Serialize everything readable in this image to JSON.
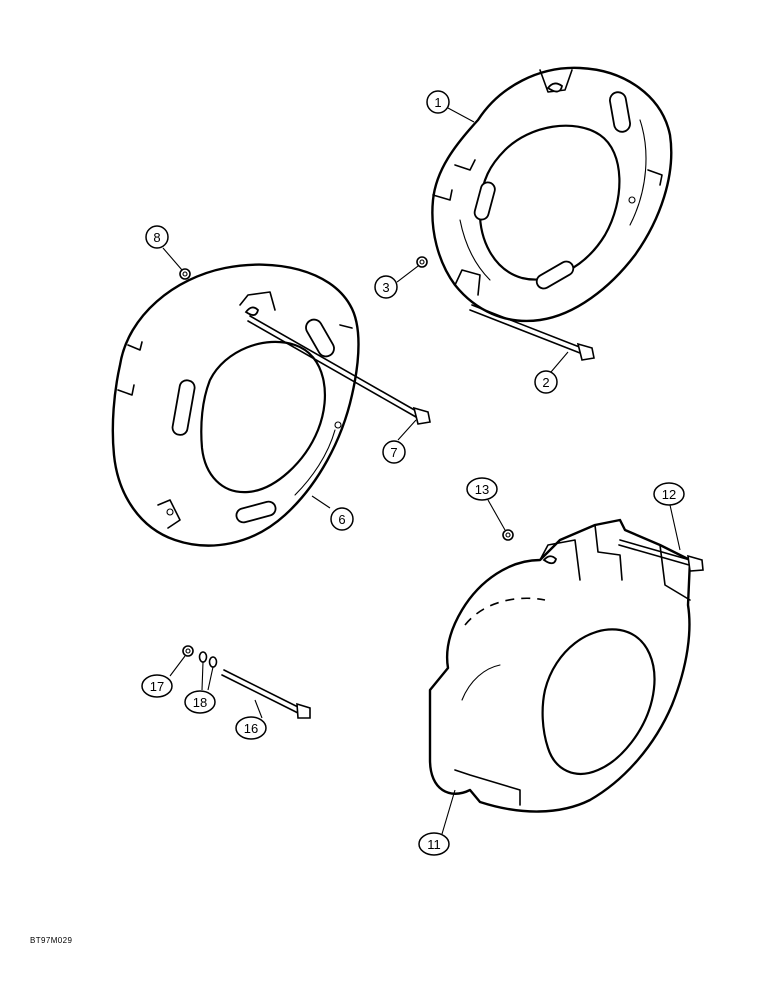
{
  "diagram": {
    "callouts": [
      {
        "id": "callout-1",
        "label": "1"
      },
      {
        "id": "callout-2",
        "label": "2"
      },
      {
        "id": "callout-3",
        "label": "3"
      },
      {
        "id": "callout-6",
        "label": "6"
      },
      {
        "id": "callout-7",
        "label": "7"
      },
      {
        "id": "callout-8",
        "label": "8"
      },
      {
        "id": "callout-11",
        "label": "11"
      },
      {
        "id": "callout-12",
        "label": "12"
      },
      {
        "id": "callout-13",
        "label": "13"
      },
      {
        "id": "callout-16",
        "label": "16"
      },
      {
        "id": "callout-17",
        "label": "17"
      },
      {
        "id": "callout-18",
        "label": "18"
      }
    ],
    "reference_code": "BT97M029"
  }
}
